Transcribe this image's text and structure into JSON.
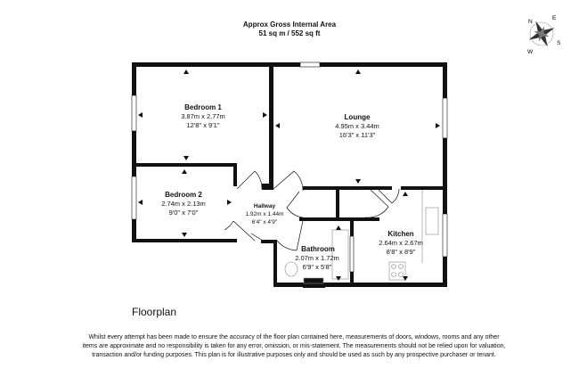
{
  "header": {
    "line1": "Approx Gross Internal Area",
    "line2": "51 sq m / 552 sq ft"
  },
  "compass": {
    "labels": [
      "N",
      "E",
      "S",
      "W"
    ]
  },
  "rooms": [
    {
      "name": "Bedroom 1",
      "metric": "3.87m x 2.77m",
      "imperial": "12'8\" x 9'1\""
    },
    {
      "name": "Lounge",
      "metric": "4.95m x 3.44m",
      "imperial": "16'3\" x 11'3\""
    },
    {
      "name": "Bedroom 2",
      "metric": "2.74m x 2.13m",
      "imperial": "9'0\" x 7'0\""
    },
    {
      "name": "Hallway",
      "metric": "1.92m x 1.44m",
      "imperial": "6'4\" x 4'9\""
    },
    {
      "name": "Kitchen",
      "metric": "2.64m x 2.67m",
      "imperial": "8'8\" x 8'9\""
    },
    {
      "name": "Bathroom",
      "metric": "2.07m x 1.72m",
      "imperial": "6'9\" x 5'8\""
    }
  ],
  "floor_label": "Floorplan",
  "disclaimer": "Whilst every attempt has been made to ensure the accuracy of the floor plan contained here, measurements of doors, windows, rooms and any other items are approximate and no responsibility is taken for any error, omission, or mis-statement. The measurements should not be relied upon for valuation, transaction and/or funding purposes. This plan is for illustrative purposes only and should be used as such by any prospective purchaser or tenant.",
  "colors": {
    "wall": "#111111",
    "window": "#ffffff"
  }
}
